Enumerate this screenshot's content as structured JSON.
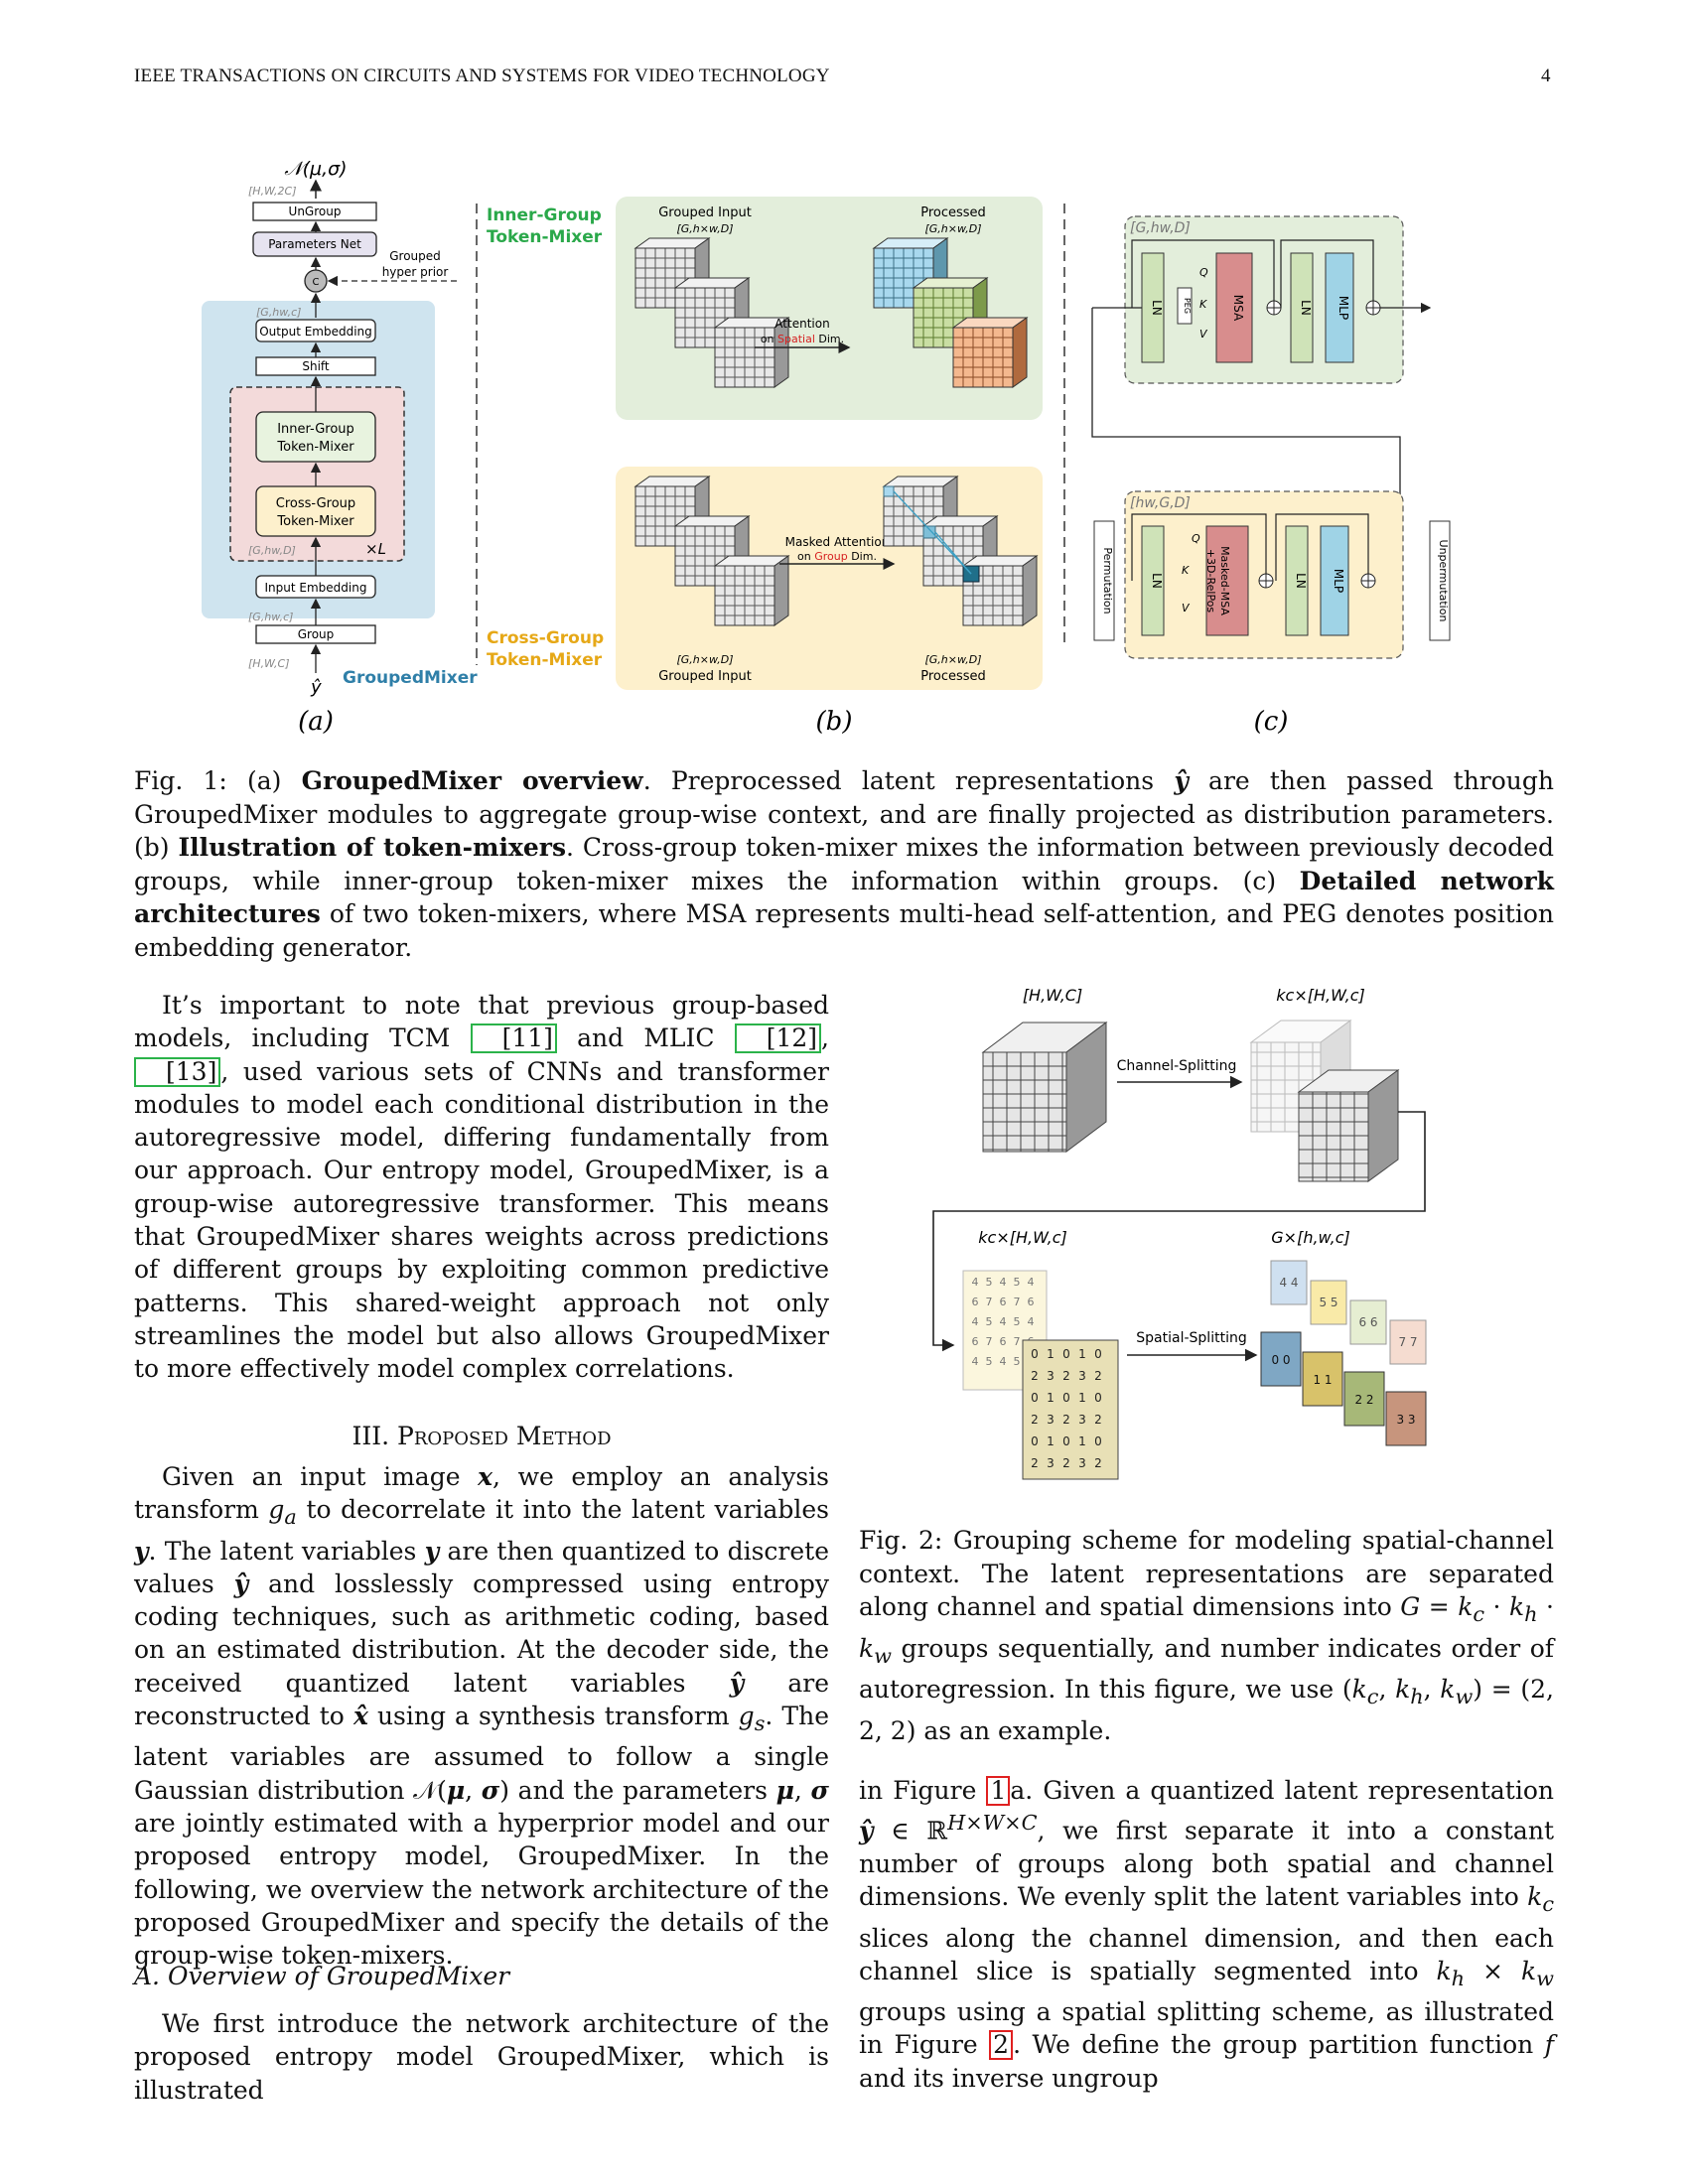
{
  "header": {
    "journal": "IEEE TRANSACTIONS ON CIRCUITS AND SYSTEMS FOR VIDEO TECHNOLOGY",
    "page_number": "4"
  },
  "fig1": {
    "panel_a": {
      "top_label": "𝒩(μ,σ)",
      "dim_h_w_2c": "[H,W,2C]",
      "ungroup": "UnGroup",
      "params_net": "Parameters Net",
      "grouped_hyper_prior": "Grouped hyper prior",
      "concat": "C",
      "dim_g_hw_c_1": "[G,hw,c]",
      "output_embedding": "Output Embedding",
      "shift": "Shift",
      "inner_group": "Inner-Group Token-Mixer",
      "cross_group": "Cross-Group Token-Mixer",
      "dim_g_hw_d": "[G,hw,D]",
      "times_l": "×L",
      "input_embedding": "Input Embedding",
      "dim_g_hw_c_2": "[G,hw,c]",
      "group": "Group",
      "dim_h_w_c": "[H,W,C]",
      "y_hat": "ŷ",
      "model_name": "GroupedMixer"
    },
    "panel_b": {
      "inner_title": "Inner-Group Token-Mixer",
      "cross_title": "Cross-Group Token-Mixer",
      "grouped_input": "Grouped Input",
      "processed": "Processed",
      "dim_top_in": "[G,h×w,D]",
      "dim_top_out": "[G,h×w,D]",
      "attention": "Attention",
      "on_spatial_dim": "on Spatial Dim.",
      "masked_attention": "Masked Attention",
      "on_group_dim": "on Group Dim.",
      "dim_bot_in": "[G,h×w,D]",
      "dim_bot_out": "[G,h×w,D]",
      "grouped_input_2": "Grouped Input",
      "processed_2": "Processed"
    },
    "panel_c": {
      "dim_top": "[G,hw,D]",
      "dim_bot": "[hw,G,D]",
      "ln": "LN",
      "peg": "PEG",
      "msa": "MSA",
      "mlp": "MLP",
      "masked_msa": "Masked-MSA +3D-RelPos",
      "q": "Q",
      "k": "K",
      "v": "V",
      "permutation": "Permutation",
      "unpermutation": "Unpermutation"
    },
    "sub_labels": [
      "(a)",
      "(b)",
      "(c)"
    ],
    "caption": "Fig. 1: (a) <b>GroupedMixer overview</b>. Preprocessed latent representations <b><i>ŷ</i></b> are then passed through GroupedMixer modules to aggregate group-wise context, and are finally projected as distribution parameters. (b) <b>Illustration of token-mixers</b>. Cross-group token-mixer mixes the information between previously decoded groups, while inner-group token-mixer mixes the information within groups. (c) <b>Detailed network architectures</b> of two token-mixers, where MSA represents multi-head self-attention, and PEG denotes position embedding generator."
  },
  "left_column": {
    "para1": "It’s important to note that previous group-based models, including TCM <span class=\"ref\">[11]</span> and MLIC <span class=\"ref\">[12]</span>, <span class=\"ref\">[13]</span>, used various sets of CNNs and transformer modules to model each conditional distribution in the autoregressive model, differing fundamentally from our approach. Our entropy model, GroupedMixer, is a group-wise autoregressive transformer. This means that GroupedMixer shares weights across predictions of different groups by exploiting common predictive patterns. This shared-weight approach not only streamlines the model but also allows GroupedMixer to more effectively model complex correlations.",
    "section_heading": "III. Proposed Method",
    "para2": "Given an input image <b><i>x</i></b>, we employ an analysis transform <i>g<sub>a</sub></i> to decorrelate it into the latent variables <b><i>y</i></b>. The latent variables <b><i>y</i></b> are then quantized to discrete values <b><i>ŷ</i></b> and losslessly compressed using entropy coding techniques, such as arithmetic coding, based on an estimated distribution. At the decoder side, the received quantized latent variables <b><i>ŷ</i></b> are reconstructed to <b><i>x̂</i></b> using a synthesis transform <i>g<sub>s</sub></i>. The latent variables are assumed to follow a single Gaussian distribution 𝒩(<b><i>μ</i></b>, <b><i>σ</i></b>) and the parameters <b><i>μ</i></b>, <b><i>σ</i></b> are jointly estimated with a hyperprior model and our proposed entropy model, GroupedMixer. In the following, we overview the network architecture of the proposed GroupedMixer and specify the details of the group-wise token-mixers.",
    "subsection_heading": "A. Overview of GroupedMixer",
    "para3": "We first introduce the network architecture of the proposed entropy model GroupedMixer, which is illustrated"
  },
  "fig2": {
    "dim_tl": "[H,W,C]",
    "dim_tr": "k<sub>c</sub>×[H,W,c]",
    "channel_splitting": "Channel-Splitting",
    "dim_bl": "k<sub>c</sub>×[H,W,c]",
    "dim_br": "G×[h,w,c]",
    "spatial_splitting": "Spatial-Splitting",
    "caption": "Fig. 2: Grouping scheme for modeling spatial-channel context. The latent representations are separated along channel and spatial dimensions into <i>G</i> = <i>k<sub>c</sub></i> · <i>k<sub>h</sub></i> · <i>k<sub>w</sub></i> groups sequentially, and number indicates order of autoregression. In this figure, we use (<i>k<sub>c</sub></i>, <i>k<sub>h</sub></i>, <i>k<sub>w</sub></i>) = (2, 2, 2) as an example."
  },
  "right_column": {
    "para1": "in Figure <span class=\"refr\">1</span>a. Given a quantized latent representation <b><i>ŷ</i></b> ∈ ℝ<sup><i>H</i>×<i>W</i>×<i>C</i></sup>, we first separate it into a constant number of groups along both spatial and channel dimensions. We evenly split the latent variables into <i>k<sub>c</sub></i> slices along the channel dimension, and then each channel slice is spatially segmented into <i>k<sub>h</sub></i> × <i>k<sub>w</sub></i> groups using a spatial splitting scheme, as illustrated in Figure <span class=\"refr\">2</span>. We define the group partition function <i>f</i> and its inverse ungroup"
  },
  "colors": {
    "green_title": "#2aa84a",
    "orange_title": "#e6a817",
    "model_name": "#2f7fa8",
    "blue_panel": "#cfe4ef",
    "pink_panel": "#f3dada",
    "green_panel": "#e3eedb",
    "yellow_panel": "#fdf0cc"
  }
}
